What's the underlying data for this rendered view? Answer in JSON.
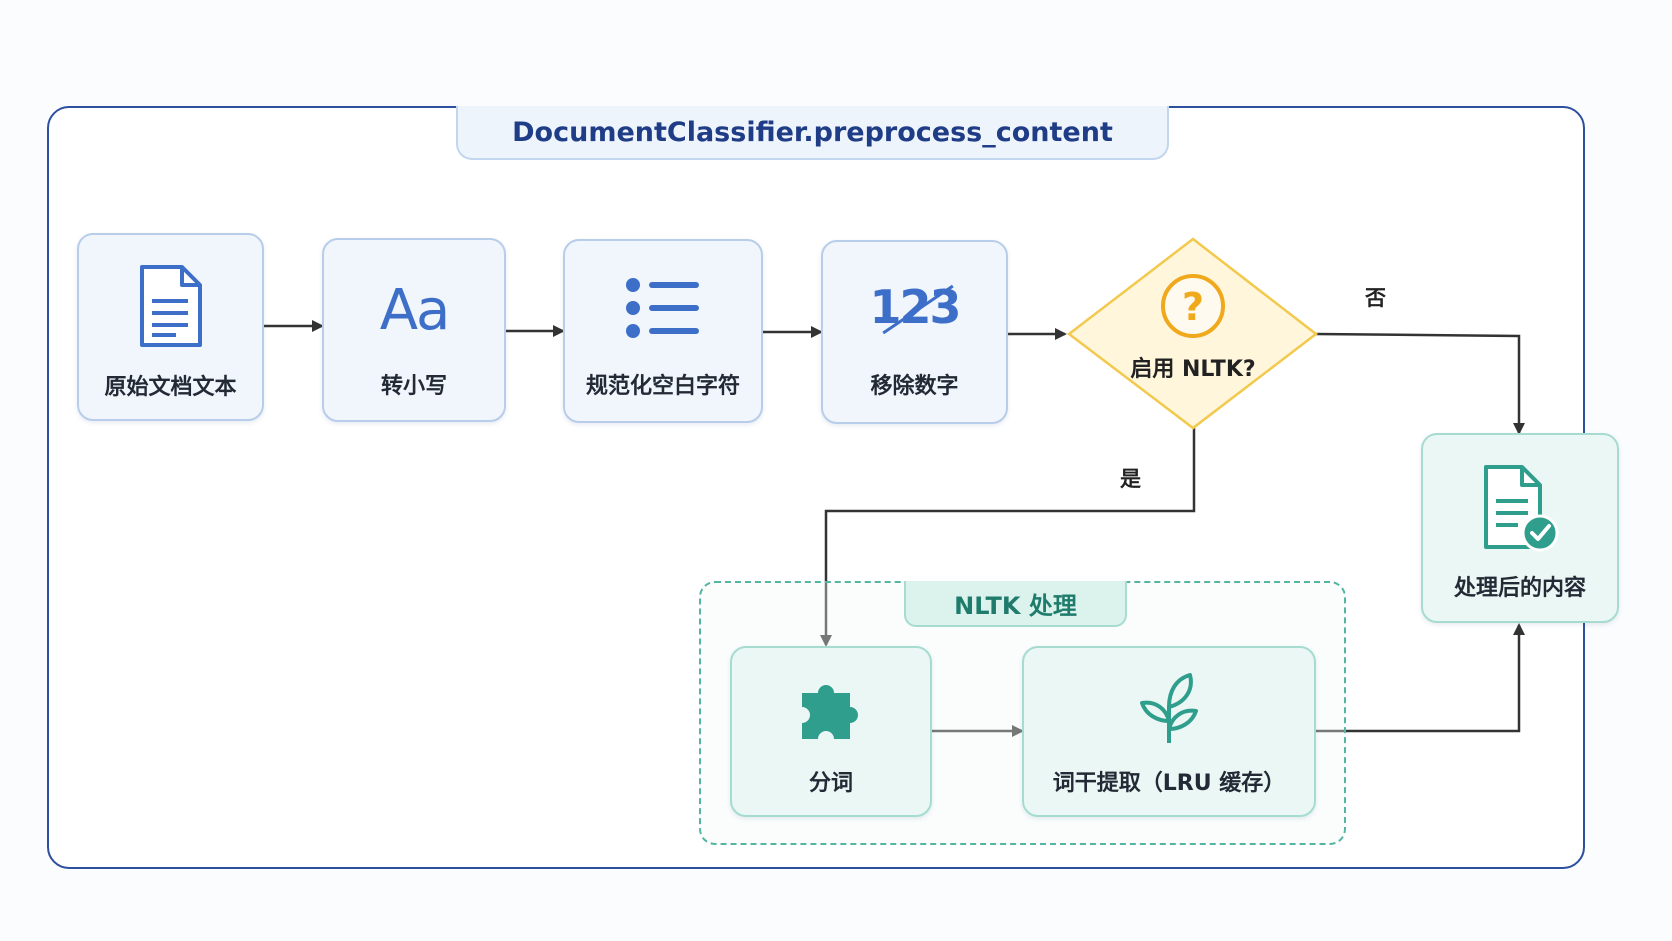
{
  "title": "DocumentClassifier.preprocess_content",
  "nodes": {
    "raw": {
      "label": "原始文档文本",
      "icon": "document-icon"
    },
    "lower": {
      "label": "转小写",
      "icon": "Aa",
      "icon_name": "font-case-icon"
    },
    "whitespace": {
      "label": "规范化空白字符",
      "icon": "list-icon"
    },
    "digits": {
      "label": "移除数字",
      "icon": "123",
      "icon_name": "remove-numbers-icon"
    },
    "decision": {
      "label": "启用 NLTK?",
      "icon": "?",
      "icon_name": "question-icon"
    },
    "tokenize": {
      "label": "分词",
      "icon": "puzzle-icon"
    },
    "stem": {
      "label": "词干提取（LRU 缓存）",
      "icon": "sprout-icon"
    },
    "output": {
      "label": "处理后的内容",
      "icon": "document-check-icon"
    }
  },
  "group": {
    "label": "NLTK 处理"
  },
  "edges": {
    "yes": "是",
    "no": "否"
  },
  "colors": {
    "frame": "#2c4f9e",
    "title_text": "#1f3c86",
    "blue_icon": "#3d6fc9",
    "teal_icon": "#2f9e8c",
    "decision_fill": "#fff6dc",
    "decision_stroke": "#f2c94c",
    "question": "#f0a91c"
  }
}
